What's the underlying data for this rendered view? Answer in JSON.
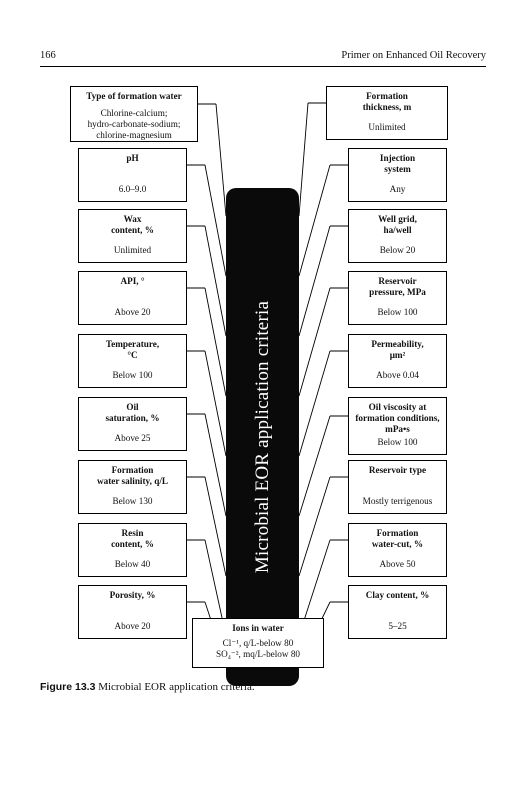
{
  "header": {
    "page_number": "166",
    "book_title": "Primer on Enhanced Oil Recovery"
  },
  "center_label": "Microbial EOR application criteria",
  "left": [
    {
      "title": "Type of formation water",
      "value": "Chlorine-calcium;\nhydro-carbonate-sodium;\nchlorine-magnesium"
    },
    {
      "title": "pH",
      "value": "6.0–9.0"
    },
    {
      "title": "Wax\ncontent, %",
      "value": "Unlimited"
    },
    {
      "title": "API, °",
      "value": "Above 20"
    },
    {
      "title": "Temperature,\n°C",
      "value": "Below 100"
    },
    {
      "title": "Oil\nsaturation, %",
      "value": "Above 25"
    },
    {
      "title": "Formation\nwater salinity, q/L",
      "value": "Below 130"
    },
    {
      "title": "Resin\ncontent, %",
      "value": "Below 40"
    },
    {
      "title": "Porosity, %",
      "value": "Above 20"
    }
  ],
  "right": [
    {
      "title": "Formation\nthickness, m",
      "value": "Unlimited"
    },
    {
      "title": "Injection\nsystem",
      "value": "Any"
    },
    {
      "title": "Well grid,\nha/well",
      "value": "Below 20"
    },
    {
      "title": "Reservoir\npressure, MPa",
      "value": "Below 100"
    },
    {
      "title": "Permeability,\nμm²",
      "value": "Above 0.04"
    },
    {
      "title": "Oil viscosity at\nformation conditions,\nmPa•s",
      "value": "Below 100"
    },
    {
      "title": "Reservoir type",
      "value": "Mostly terrigenous"
    },
    {
      "title": "Formation\nwater-cut, %",
      "value": "Above 50"
    },
    {
      "title": "Clay content, %",
      "value": "5–25"
    }
  ],
  "bottom": {
    "title": "Ions in water",
    "value": "Cl⁻¹, q/L-below 80\nSO₄⁻², mq/L-below 80"
  },
  "caption": {
    "label": "Figure 13.3",
    "text": "Microbial EOR application criteria."
  }
}
